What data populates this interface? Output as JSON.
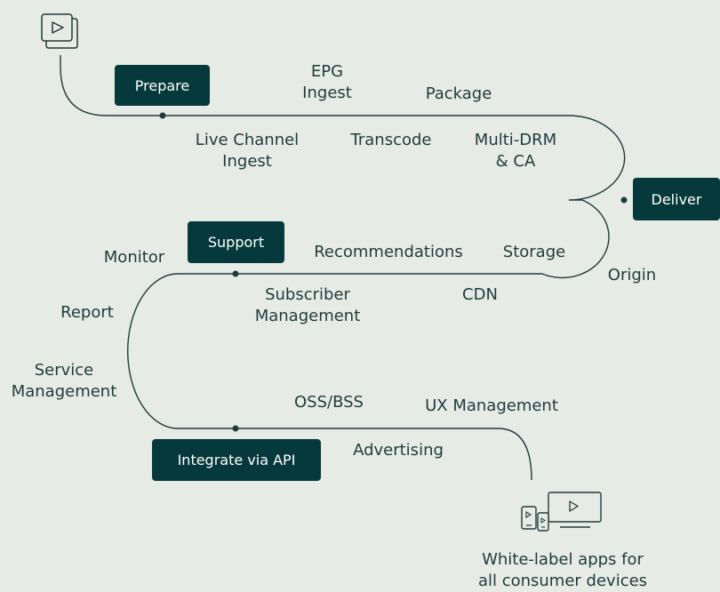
{
  "stages": {
    "prepare": "Prepare",
    "deliver": "Deliver",
    "support": "Support",
    "integrate": "Integrate via API"
  },
  "labels": {
    "epg": [
      "EPG",
      "Ingest"
    ],
    "package": "Package",
    "live_channel": [
      "Live Channel",
      "Ingest"
    ],
    "transcode": "Transcode",
    "multi_drm": [
      "Multi-DRM",
      "& CA"
    ],
    "monitor": "Monitor",
    "recommendations": "Recommendations",
    "storage": "Storage",
    "origin": "Origin",
    "report": "Report",
    "subscriber": [
      "Subscriber",
      "Management"
    ],
    "cdn": "CDN",
    "service_management": [
      "Service",
      "Management"
    ],
    "oss_bss": "OSS/BSS",
    "ux_management": "UX Management",
    "advertising": "Advertising",
    "white_label": [
      "White-label apps for",
      "all consumer devices"
    ]
  },
  "icons": {
    "start": "video-library-icon",
    "end": "multi-device-icon"
  },
  "colors": {
    "background": "#e6ebe6",
    "stage_fill": "#06393c",
    "stage_text": "#ffffff",
    "text": "#1f3b3b",
    "path": "#1f3b3b"
  }
}
